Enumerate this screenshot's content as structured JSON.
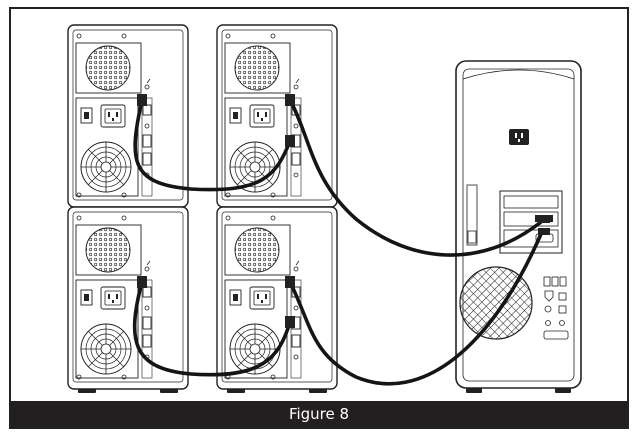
{
  "figure": {
    "caption": "Figure 8",
    "colors": {
      "caption_bg": "#231f20",
      "caption_text": "#ffffff",
      "line": "#222222",
      "cable": "#151515"
    },
    "units": [
      {
        "name": "storage-enclosure-top-left"
      },
      {
        "name": "storage-enclosure-top-right"
      },
      {
        "name": "storage-enclosure-bottom-left"
      },
      {
        "name": "storage-enclosure-bottom-right"
      }
    ],
    "host": {
      "name": "tower-computer",
      "power_socket": "power-socket-icon"
    }
  }
}
